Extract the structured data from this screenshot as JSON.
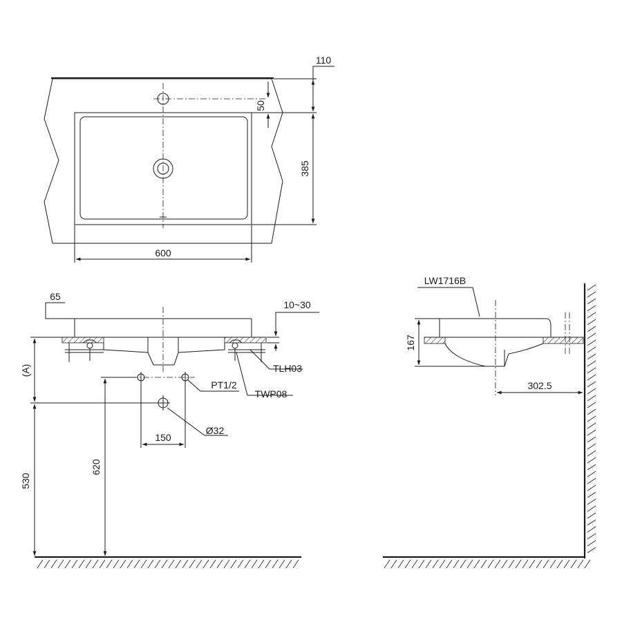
{
  "top_view": {
    "dim_width": "600",
    "dim_depth": "385",
    "dim_top_margin": "110",
    "dim_tap_offset": "50"
  },
  "front_view": {
    "dim_rim": "65",
    "dim_counter": "10~30",
    "label_bracket": "TLH03",
    "label_supply": "PT1/2",
    "label_trap": "TWP08",
    "dim_drain": "Ø32",
    "dim_spacing": "150",
    "dim_a": "(A)",
    "dim_530": "530",
    "dim_620": "620"
  },
  "side_view": {
    "model": "LW1716B",
    "dim_height": "167",
    "dim_wall": "302.5"
  }
}
